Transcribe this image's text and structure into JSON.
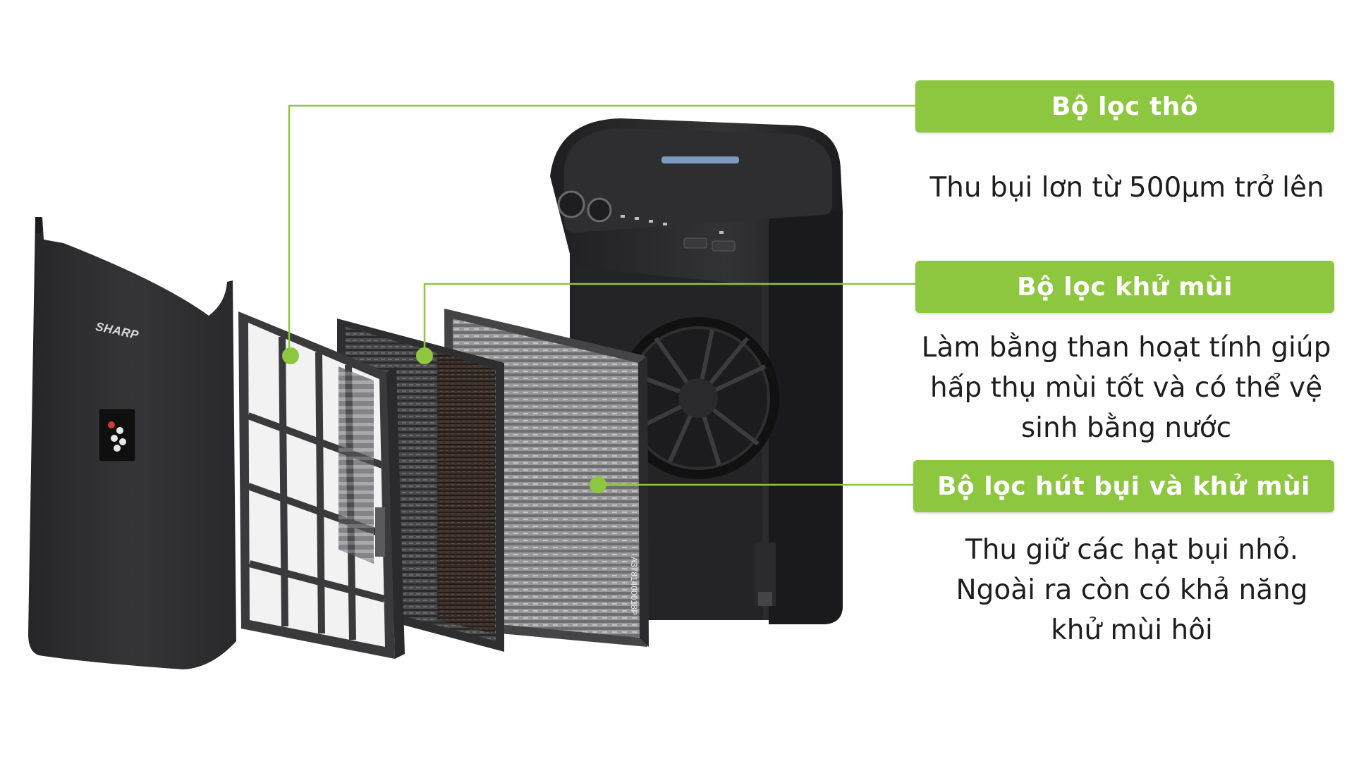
{
  "product": {
    "brand_logo": "SHARP",
    "filter_code": "A3781400018P"
  },
  "labels": [
    {
      "title": "Bộ lọc thô",
      "description": [
        "Thu bụi lơn từ 500μm trở lên"
      ]
    },
    {
      "title": "Bộ lọc khử mùi",
      "description": [
        "Làm bằng than hoạt tính giúp",
        "hấp thụ mùi tốt và có thể vệ",
        "sinh bằng nước"
      ]
    },
    {
      "title": "Bộ lọc hút bụi và khử mùi",
      "description": [
        "Thu giữ các hạt bụi nhỏ.",
        "Ngoài ra còn có khả năng",
        "khử mùi hôi"
      ]
    }
  ],
  "colors": {
    "accent": "#8dc63f",
    "device_body": "#2b2b2d",
    "filter_frame": "#3a3a3c"
  }
}
